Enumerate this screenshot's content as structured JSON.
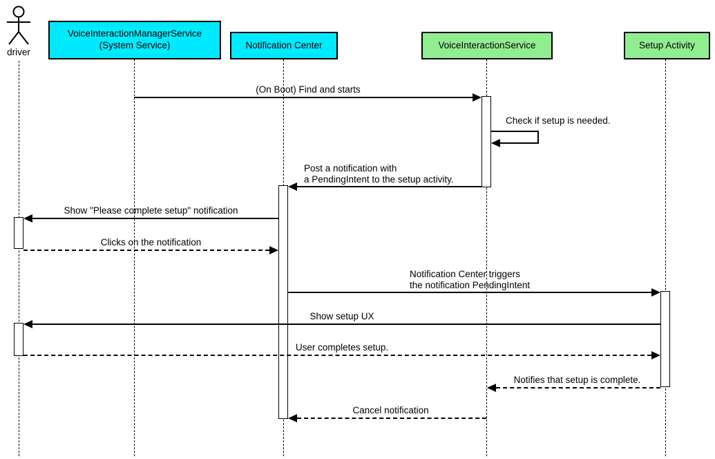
{
  "diagram": {
    "type": "sequence-diagram",
    "actor": {
      "name": "driver"
    },
    "participants": [
      {
        "id": "voice-interaction-manager-service",
        "label": "VoiceInteractionManagerService\n(System Service)",
        "fill": "#00eaff"
      },
      {
        "id": "notification-center",
        "label": "Notification Center",
        "fill": "#00eaff"
      },
      {
        "id": "voice-interaction-service",
        "label": "VoiceInteractionService",
        "fill": "#90ee90"
      },
      {
        "id": "setup-activity",
        "label": "Setup Activity",
        "fill": "#90ee90"
      }
    ],
    "messages": [
      {
        "from": "VoiceInteractionManagerService (System Service)",
        "to": "VoiceInteractionService",
        "style": "solid",
        "label": "(On Boot) Find and starts"
      },
      {
        "from": "VoiceInteractionService",
        "to": "VoiceInteractionService",
        "style": "solid-self",
        "label": "Check if setup is needed."
      },
      {
        "from": "VoiceInteractionService",
        "to": "Notification Center",
        "style": "solid",
        "label": "Post a notification with\na PendingIntent to the setup activity."
      },
      {
        "from": "Notification Center",
        "to": "driver",
        "style": "solid",
        "label": "Show \"Please complete setup\" notification"
      },
      {
        "from": "driver",
        "to": "Notification Center",
        "style": "dashed",
        "label": "Clicks on the notification"
      },
      {
        "from": "Notification Center",
        "to": "Setup Activity",
        "style": "solid",
        "label": "Notification Center triggers\nthe notification PendingIntent"
      },
      {
        "from": "Setup Activity",
        "to": "driver",
        "style": "solid",
        "label": "Show setup UX"
      },
      {
        "from": "driver",
        "to": "Setup Activity",
        "style": "dashed",
        "label": "User completes setup."
      },
      {
        "from": "Setup Activity",
        "to": "VoiceInteractionService",
        "style": "dashed",
        "label": "Notifies that setup is complete."
      },
      {
        "from": "VoiceInteractionService",
        "to": "Notification Center",
        "style": "dashed",
        "label": "Cancel notification"
      }
    ],
    "colors": {
      "participant_cyan": "#00eaff",
      "participant_green": "#90ee90",
      "line": "#000000",
      "background": "#ffffff"
    }
  }
}
